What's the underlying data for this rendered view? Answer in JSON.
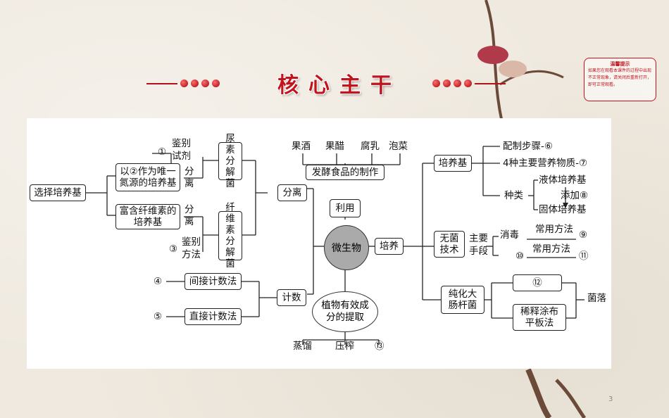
{
  "title": "核心主干",
  "note": {
    "title": "温馨提示",
    "body": "如果您在观看本课件的过程中出现不正常现象，请关闭后重新打开，即可正常观看。"
  },
  "page_number": "3",
  "center": "微生物",
  "top": {
    "use": "利用",
    "ferment": "发酵食品的制作",
    "foods": [
      "果酒",
      "果醋",
      "腐乳",
      "泡菜"
    ]
  },
  "left": {
    "separate": "分离",
    "select_medium": "选择培养基",
    "nitrogen": "以②作为唯一氮源的培养基",
    "cellulose": "富含纤维素的培养基",
    "urea_bacteria": "尿素分解菌",
    "cellulose_bacteria": "纤维素分解菌",
    "identify_top_num": "①",
    "identify_top": "鉴别",
    "reagent": "试剂",
    "sep1": "分离",
    "sep2": "分离",
    "identify_bot_num": "③",
    "identify_bot": "鉴别",
    "method": "方法",
    "count": "计数",
    "indirect": "间接计数法",
    "direct": "直接计数法",
    "n4": "④",
    "n5": "⑤"
  },
  "bottom": {
    "extract": "植物有效成分的提取",
    "items": [
      "蒸馏",
      "压榨",
      "⑬"
    ]
  },
  "right": {
    "culture": "培养",
    "medium": "培养基",
    "step": "配制步骤-⑥",
    "nutrients": "4种主要营养物质-⑦",
    "kinds": "种类",
    "liquid": "液体培养基",
    "add": "添加⑧",
    "solid": "固体培养基",
    "sterile": "无菌技术",
    "main_means": "主要手段",
    "disinfect": "消毒",
    "common1": "常用方法",
    "n9": "⑨",
    "n10": "⑩",
    "common2": "常用方法",
    "n11": "⑪",
    "purify": "纯化大肠杆菌",
    "n12": "⑫",
    "spread": "稀释涂布平板法",
    "colony": "菌落"
  }
}
